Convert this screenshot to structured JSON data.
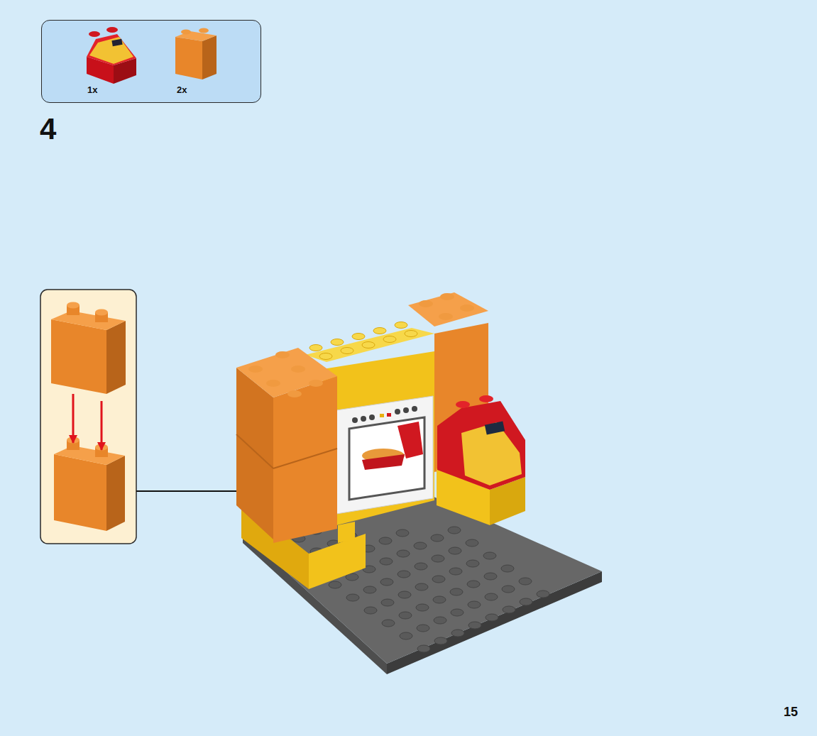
{
  "diagram": {
    "nodes": [
      {
        "text": [
          "1x",
          "2x"
        ]
      }
    ],
    "labels": [
      "4",
      "15"
    ]
  }
}
